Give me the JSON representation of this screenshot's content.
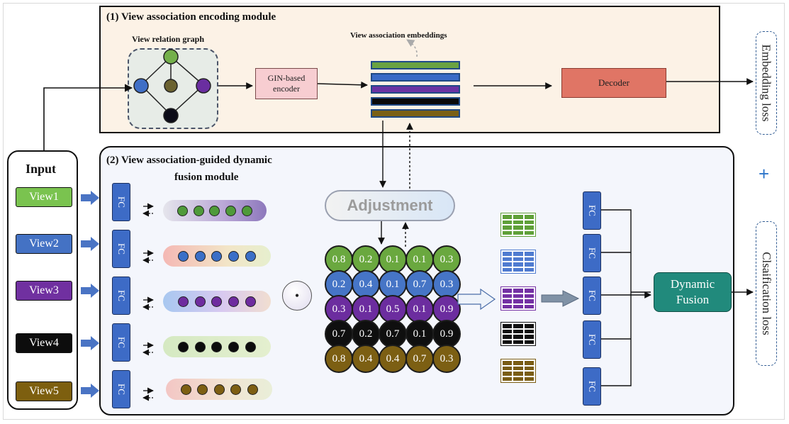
{
  "module1": {
    "title": "(1)  View association encoding module"
  },
  "module2": {
    "title_line1": "(2)  View association-guided dynamic",
    "title_line2": "fusion module"
  },
  "relation_graph": {
    "label": "View relation graph",
    "nodes": [
      "#74b04b",
      "#3f6fc6",
      "#6b6230",
      "#6a2ea0",
      "#0c0c18"
    ]
  },
  "encoder": {
    "label_line1": "GIN-based",
    "label_line2": "encoder"
  },
  "embeddings": {
    "label": "View association embeddings",
    "bars": [
      "#6aa341",
      "#3a6bc6",
      "#6a33a3",
      "#0a0a0a",
      "#7a6015"
    ]
  },
  "decoder": {
    "label": "Decoder"
  },
  "input": {
    "title": "Input",
    "views": [
      {
        "label": "View1",
        "color": "#7ac34f"
      },
      {
        "label": "View2",
        "color": "#4472c4"
      },
      {
        "label": "View3",
        "color": "#7030a0"
      },
      {
        "label": "View4",
        "color": "#0d0d0d"
      },
      {
        "label": "View5",
        "color": "#7d5f0f"
      }
    ]
  },
  "fc_label": "FC",
  "adjustment": {
    "label": "Adjustment"
  },
  "odot_symbol": "•",
  "matrix": {
    "colors": [
      "#6aa83f",
      "#4675c6",
      "#6c2d9f",
      "#0f0f0f",
      "#7c5f13"
    ],
    "rows": [
      [
        "0.8",
        "0.2",
        "0.1",
        "0.1",
        "0.3"
      ],
      [
        "0.2",
        "0.4",
        "0.1",
        "0.7",
        "0.3"
      ],
      [
        "0.3",
        "0.1",
        "0.5",
        "0.1",
        "0.9"
      ],
      [
        "0.7",
        "0.2",
        "0.7",
        "0.1",
        "0.9"
      ],
      [
        "0.8",
        "0.4",
        "0.4",
        "0.7",
        "0.3"
      ]
    ]
  },
  "dynamic_fusion": {
    "label_line1": "Dynamic",
    "label_line2": "Fusion"
  },
  "losses": {
    "embedding": "Embedding loss",
    "classification": "Clsaification loss",
    "plus": "+"
  }
}
